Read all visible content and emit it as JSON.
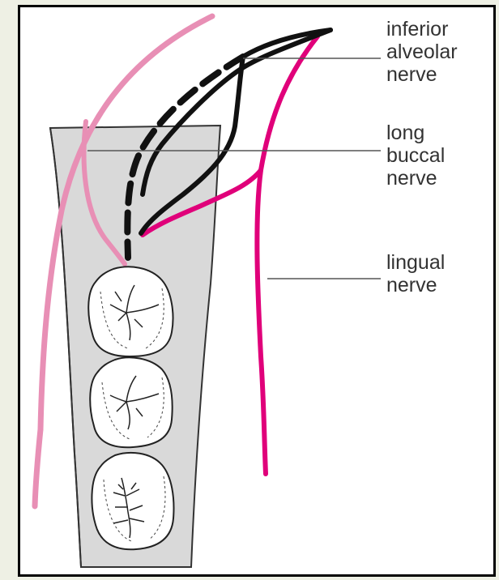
{
  "labels": {
    "inferior_alveolar": [
      "inferior",
      "alveolar",
      "nerve"
    ],
    "long_buccal": [
      "long",
      "buccal",
      "nerve"
    ],
    "lingual": [
      "lingual",
      "nerve"
    ]
  },
  "colors": {
    "background": "#eef0e4",
    "frame": "#000000",
    "bone": "#d9d9d9",
    "inferior_alveolar_nerve": "#111111",
    "lingual_nerve": "#e0007a",
    "long_buccal_nerve": "#e0007a",
    "cheek_line": "#e88fb5",
    "leader_line": "#555555",
    "label_text": "#333333"
  },
  "teeth_count": 3
}
